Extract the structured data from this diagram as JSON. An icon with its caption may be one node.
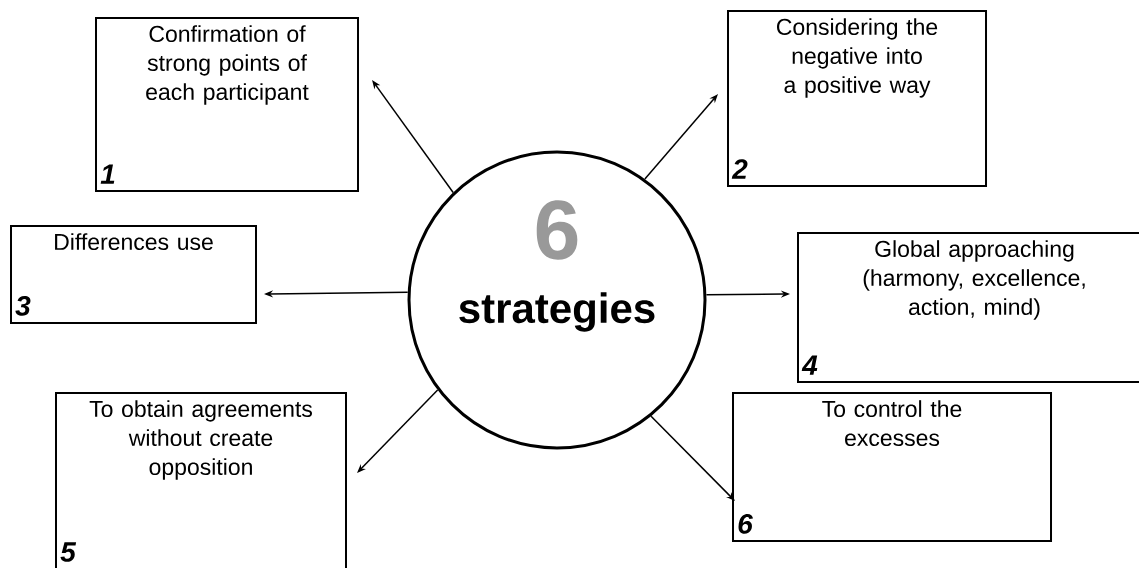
{
  "diagram": {
    "nodes": [
      {
        "text": [
          "6",
          "strategies"
        ]
      },
      {
        "text": [
          "Confirmation of strong points of each participant",
          "1"
        ]
      },
      {
        "text": [
          "Considering the negative into a positive way",
          "2"
        ]
      },
      {
        "text": [
          "Differences use",
          "3"
        ]
      },
      {
        "text": [
          "Global approaching (harmony, excellence, action, mind)",
          "4"
        ]
      },
      {
        "text": [
          "To obtain agreements without create opposition",
          "5"
        ]
      },
      {
        "text": [
          "To control the excesses",
          "6"
        ]
      }
    ],
    "edges": [
      {
        "from": 0,
        "to": 1,
        "arrow": "to"
      },
      {
        "from": 0,
        "to": 2,
        "arrow": "to"
      },
      {
        "from": 0,
        "to": 3,
        "arrow": "to"
      },
      {
        "from": 0,
        "to": 4,
        "arrow": "to"
      },
      {
        "from": 0,
        "to": 5,
        "arrow": "to"
      },
      {
        "from": 0,
        "to": 6,
        "arrow": "to"
      }
    ]
  }
}
